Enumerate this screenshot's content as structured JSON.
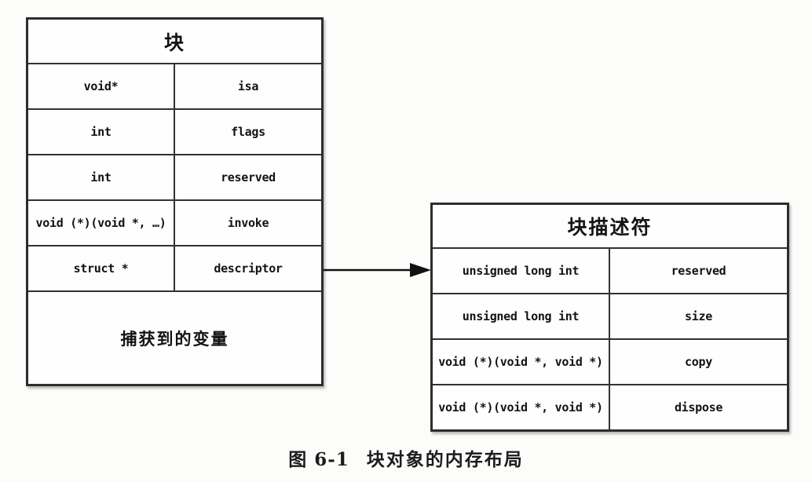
{
  "figure": {
    "caption_number": "图 6-1",
    "caption_text": "块对象的内存布局"
  },
  "block_table": {
    "title": "块",
    "rows": [
      {
        "type": "void*",
        "name": "isa"
      },
      {
        "type": "int",
        "name": "flags"
      },
      {
        "type": "int",
        "name": "reserved"
      },
      {
        "type": "void (*)(void *, …)",
        "name": "invoke"
      },
      {
        "type": "struct *",
        "name": "descriptor"
      }
    ],
    "footer": "捕获到的变量"
  },
  "descriptor_table": {
    "title": "块描述符",
    "rows": [
      {
        "type": "unsigned long int",
        "name": "reserved"
      },
      {
        "type": "unsigned long int",
        "name": "size"
      },
      {
        "type": "void (*)(void *, void *)",
        "name": "copy"
      },
      {
        "type": "void (*)(void *, void *)",
        "name": "dispose"
      }
    ]
  },
  "connector": {
    "from": "descriptor",
    "to": "块描述符"
  },
  "colors": {
    "border": "#2d2d2d",
    "text": "#121212",
    "background": "#fcfcfa",
    "arrow": "#111111"
  }
}
